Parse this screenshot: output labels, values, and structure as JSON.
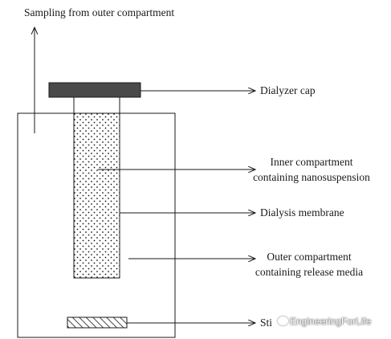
{
  "labels": {
    "sampling": "Sampling from outer compartment",
    "dialyzer_cap": "Dialyzer cap",
    "inner_compartment": [
      "Inner compartment",
      "containing nanosuspension"
    ],
    "dialysis_membrane": "Dialysis membrane",
    "outer_compartment": [
      "Outer compartment",
      "containing release media"
    ],
    "stirrer": "Sti"
  },
  "watermark": {
    "text": "EngineeringForLife"
  },
  "colors": {
    "line": "#1a1a1a",
    "cap_fill": "#4a4a4a",
    "background": "#ffffff"
  }
}
